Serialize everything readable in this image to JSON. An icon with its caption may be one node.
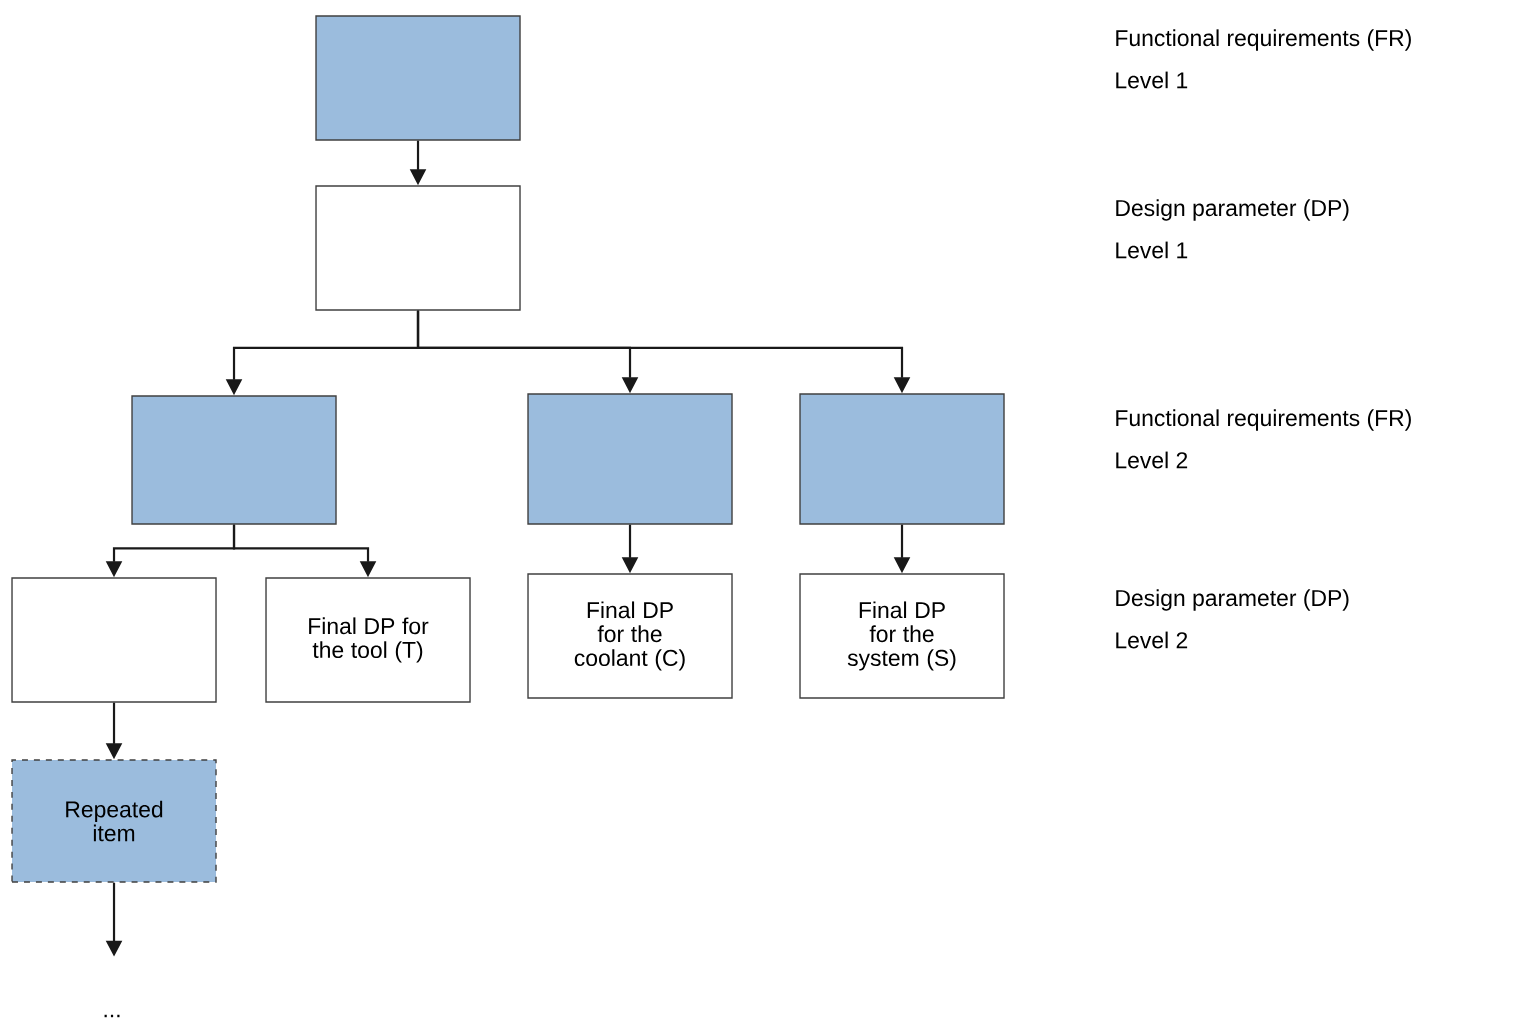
{
  "diagram": {
    "nodes": [
      {
        "text": [],
        "shape": "box"
      },
      {
        "text": [],
        "shape": "box"
      },
      {
        "text": [],
        "shape": "box"
      },
      {
        "text": [],
        "shape": "box"
      },
      {
        "text": [],
        "shape": "box"
      },
      {
        "text": [],
        "shape": "box"
      },
      {
        "text": [
          "Final DP for the tool (T)"
        ]
      },
      {
        "text": [
          "Final DP for the coolant (C)"
        ]
      },
      {
        "text": [
          "Final DP for the system (S)"
        ]
      },
      {
        "text": [
          "Repeated item"
        ]
      }
    ],
    "edges": [
      {
        "from": 0,
        "to": 1,
        "arrow": "to"
      },
      {
        "from": 1,
        "to": 2,
        "arrow": "to"
      },
      {
        "from": 1,
        "to": 3,
        "arrow": "to"
      },
      {
        "from": 1,
        "to": 4,
        "arrow": "to"
      },
      {
        "from": 2,
        "to": 5,
        "arrow": "to"
      },
      {
        "from": 2,
        "to": 6,
        "arrow": "to"
      },
      {
        "from": 3,
        "to": 7,
        "arrow": "to"
      },
      {
        "from": 4,
        "to": 8,
        "arrow": "to"
      },
      {
        "from": 5,
        "to": 9,
        "arrow": "to"
      },
      {
        "from": 9,
        "to": null,
        "arrow": "to"
      }
    ],
    "labels": [
      "Functional requirements (FR)",
      "Level 1",
      "Design parameter (DP)",
      "Level 1",
      "Functional requirements (FR)",
      "Level 2",
      "Design parameter (DP)",
      "Level 2",
      "..."
    ]
  }
}
